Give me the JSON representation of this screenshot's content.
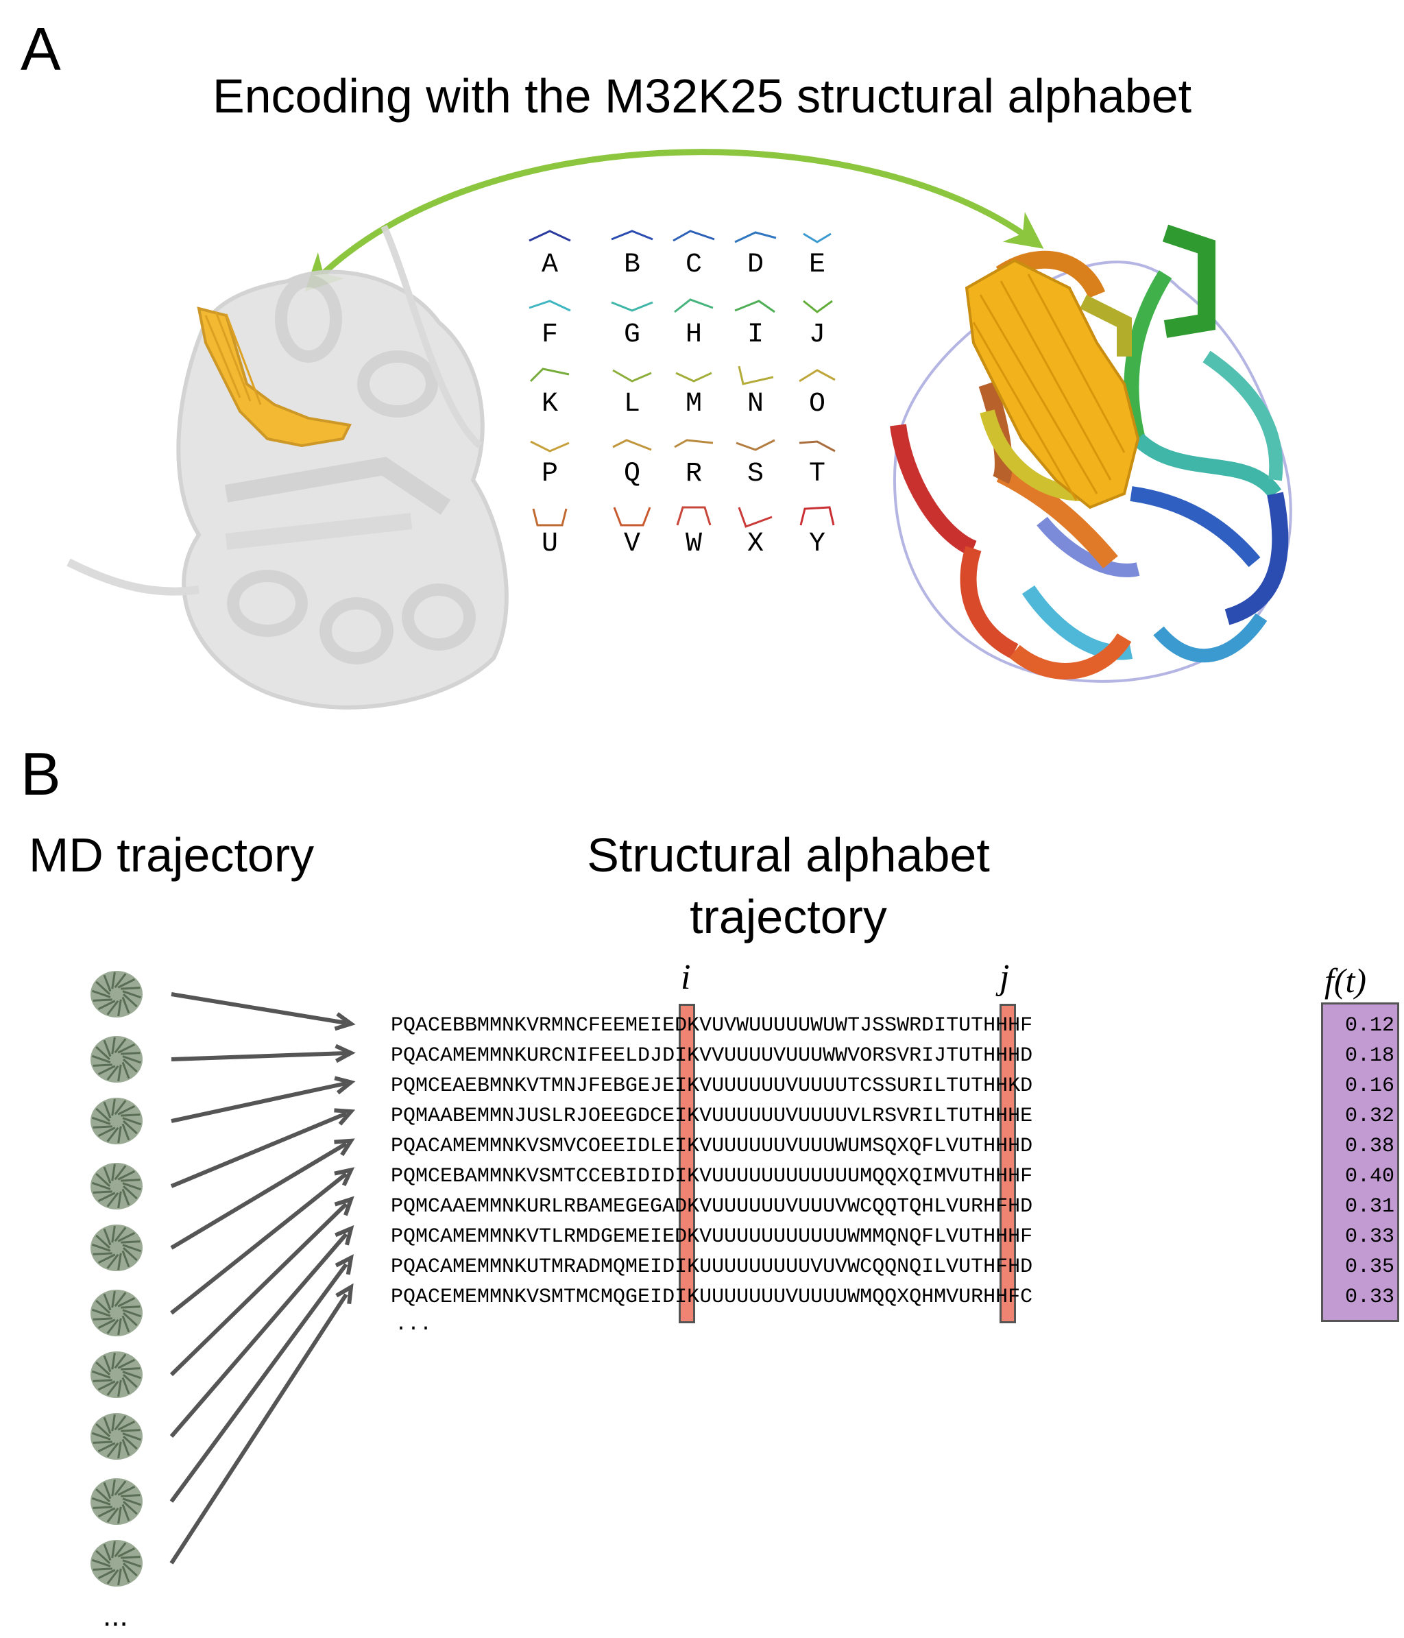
{
  "panel_a": {
    "letter": "A",
    "title": "Encoding with the M32K25 structural alphabet",
    "alphabet": [
      {
        "letter": "A",
        "color": "#2b3a9e"
      },
      {
        "letter": "B",
        "color": "#2b4cb0"
      },
      {
        "letter": "C",
        "color": "#2c5fb6"
      },
      {
        "letter": "D",
        "color": "#3177c0"
      },
      {
        "letter": "E",
        "color": "#3b9bd0"
      },
      {
        "letter": "F",
        "color": "#3fb6c2"
      },
      {
        "letter": "G",
        "color": "#3fb6a8"
      },
      {
        "letter": "H",
        "color": "#46b47c"
      },
      {
        "letter": "I",
        "color": "#4fae56"
      },
      {
        "letter": "J",
        "color": "#63ad3a"
      },
      {
        "letter": "K",
        "color": "#76ad3a"
      },
      {
        "letter": "L",
        "color": "#8cae3a"
      },
      {
        "letter": "M",
        "color": "#a3ae3a"
      },
      {
        "letter": "N",
        "color": "#b3ab3a"
      },
      {
        "letter": "O",
        "color": "#bfa63a"
      },
      {
        "letter": "P",
        "color": "#c6a03a"
      },
      {
        "letter": "Q",
        "color": "#c0953c"
      },
      {
        "letter": "R",
        "color": "#b98a3e"
      },
      {
        "letter": "S",
        "color": "#b47d40"
      },
      {
        "letter": "T",
        "color": "#a96e3e"
      },
      {
        "letter": "U",
        "color": "#c06a32"
      },
      {
        "letter": "V",
        "color": "#c85a30"
      },
      {
        "letter": "W",
        "color": "#c9473a"
      },
      {
        "letter": "X",
        "color": "#c93a38"
      },
      {
        "letter": "Y",
        "color": "#c92f33"
      }
    ],
    "arrow_color": "#8cc63f"
  },
  "panel_b": {
    "letter": "B",
    "md_title": "MD trajectory",
    "sa_title_line1": "Structural alphabet",
    "sa_title_line2": "trajectory",
    "col_i": "i",
    "col_j": "j",
    "ft_header": "f(t)",
    "sequences": [
      "PQACEBBMMNKVRMNCFEEMEIEDKVUVWUUUUUWUWTJSSWRDITUTHHHF",
      "PQACAMEMMNKURCNIFEELDJDIKVVUUUUVUUUWWVORSVRIJTUTHHHD",
      "PQMCEAEBMNKVTMNJFEBGEJEIKVUUUUUUVUUUUTCSSURILTUTHHKD",
      "PQMAABEMMNJUSLRJOEEGDCEIKVUUUUUUVUUUUVLRSVRILTUTHHHE",
      "PQACAMEMMNKVSMVCOEEIDLEIKVUUUUUUVUUUWUMSQXQFLVUTHHHD",
      "PQMCEBAMMNKVSMTCCEBIDIDIKVUUUUUUUUUUUUMQQXQIMVUTHHHF",
      "PQMCAAEMMNKURLRBAMEGEGADKVUUUUUUVUUUVWCQQTQHLVURHFHD",
      "PQMCAMEMMNKVTLRMDGEMEIEDKVUUUUUUUUUUUWMMQNQFLVUTHHHF",
      "PQACAMEMMNKUTMRADMQMEIDIKUUUUUUUUUVUVWCQQNQILVUTHFHD",
      "PQACEMEMMNKVSMTMCMQGEIDIKUUUUUUUVUUUUWMQQXQHMVURHHFC"
    ],
    "sequence_ellipsis": "...",
    "ft_values": [
      "0.12",
      "0.18",
      "0.16",
      "0.32",
      "0.38",
      "0.40",
      "0.31",
      "0.33",
      "0.35",
      "0.33"
    ],
    "md_ellipsis": "...",
    "colors": {
      "highlight": "#ec6e5a",
      "ft_box": "#c29bd3",
      "arrow": "#555555",
      "structure": "#5a6e55"
    }
  }
}
